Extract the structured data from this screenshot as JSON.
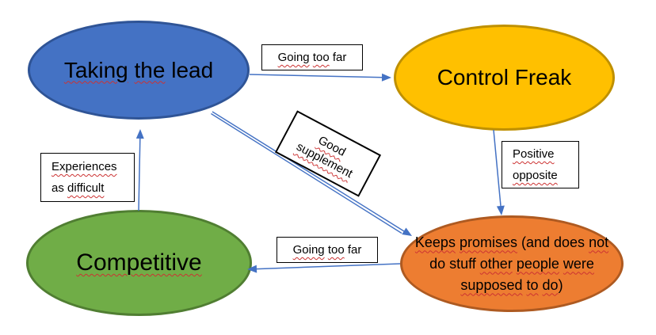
{
  "diagram": {
    "background": "#FFFFFF",
    "arrow_color": "#4472C4",
    "box_fill": "#FFFFFF",
    "box_border_color": "#000000",
    "squiggle_color": "#CC3232",
    "nodes": {
      "taking_the_lead": {
        "text": "Taking the lead",
        "fill": "#4472C4",
        "stroke": "#2F5496",
        "segments": [
          {
            "t": "Taking",
            "s": true
          },
          {
            "t": " ",
            "s": false
          },
          {
            "t": "the",
            "s": true
          },
          {
            "t": " lead",
            "s": false
          }
        ]
      },
      "control_freak": {
        "text": "Control Freak",
        "fill": "#FFC000",
        "stroke": "#BF9000",
        "segments": [
          {
            "t": "Control Freak",
            "s": false
          }
        ]
      },
      "competitive": {
        "text": "Competitive",
        "fill": "#70AD47",
        "stroke": "#507E32",
        "segments": [
          {
            "t": "Competitive",
            "s": true
          }
        ]
      },
      "keeps_promises": {
        "text": "Keeps promises (and does not do stuff other people were supposed to do)",
        "fill": "#ED7D31",
        "stroke": "#AE5A21",
        "segments": [
          {
            "t": "Keeps",
            "s": true
          },
          {
            "t": " ",
            "s": false
          },
          {
            "t": "promises",
            "s": true
          },
          {
            "t": " (and does ",
            "s": false
          },
          {
            "t": "not",
            "s": true
          },
          {
            "br": true
          },
          {
            "t": "do stuff ",
            "s": false
          },
          {
            "t": "other",
            "s": true
          },
          {
            "t": " ",
            "s": false
          },
          {
            "t": "people",
            "s": true
          },
          {
            "t": " ",
            "s": false
          },
          {
            "t": "were",
            "s": true
          },
          {
            "br": true
          },
          {
            "t": "supposed",
            "s": true
          },
          {
            "t": " ",
            "s": false
          },
          {
            "t": "to",
            "s": true
          },
          {
            "t": " ",
            "s": false
          },
          {
            "t": "do",
            "s": true
          },
          {
            "t": ")",
            "s": false
          }
        ]
      }
    },
    "edges": {
      "lead_to_control": {
        "label": "Going too far",
        "from": "taking_the_lead",
        "to": "control_freak",
        "segments": [
          {
            "t": "Going",
            "s": true
          },
          {
            "t": " ",
            "s": false
          },
          {
            "t": "too",
            "s": true
          },
          {
            "t": " far",
            "s": false
          }
        ]
      },
      "lead_to_keeps": {
        "label": "Good supplement",
        "from": "taking_the_lead",
        "to": "keeps_promises",
        "segments": [
          {
            "t": "Good",
            "s": true
          },
          {
            "br": true
          },
          {
            "t": "supplement",
            "s": true
          }
        ]
      },
      "control_to_keeps": {
        "label": "Positive opposite",
        "from": "control_freak",
        "to": "keeps_promises",
        "segments": [
          {
            "t": "Positive",
            "s": true
          },
          {
            "br": true
          },
          {
            "t": "opposite",
            "s": true
          }
        ]
      },
      "keeps_to_competitive": {
        "label": "Going too far",
        "from": "keeps_promises",
        "to": "competitive",
        "segments": [
          {
            "t": "Going",
            "s": true
          },
          {
            "t": " ",
            "s": false
          },
          {
            "t": "too",
            "s": true
          },
          {
            "t": " far",
            "s": false
          }
        ]
      },
      "competitive_to_lead": {
        "label": "Experiences as difficult",
        "from": "competitive",
        "to": "taking_the_lead",
        "segments": [
          {
            "t": "Experiences",
            "s": true
          },
          {
            "br": true
          },
          {
            "t": "as ",
            "s": false
          },
          {
            "t": "difficult",
            "s": true
          }
        ]
      }
    }
  }
}
